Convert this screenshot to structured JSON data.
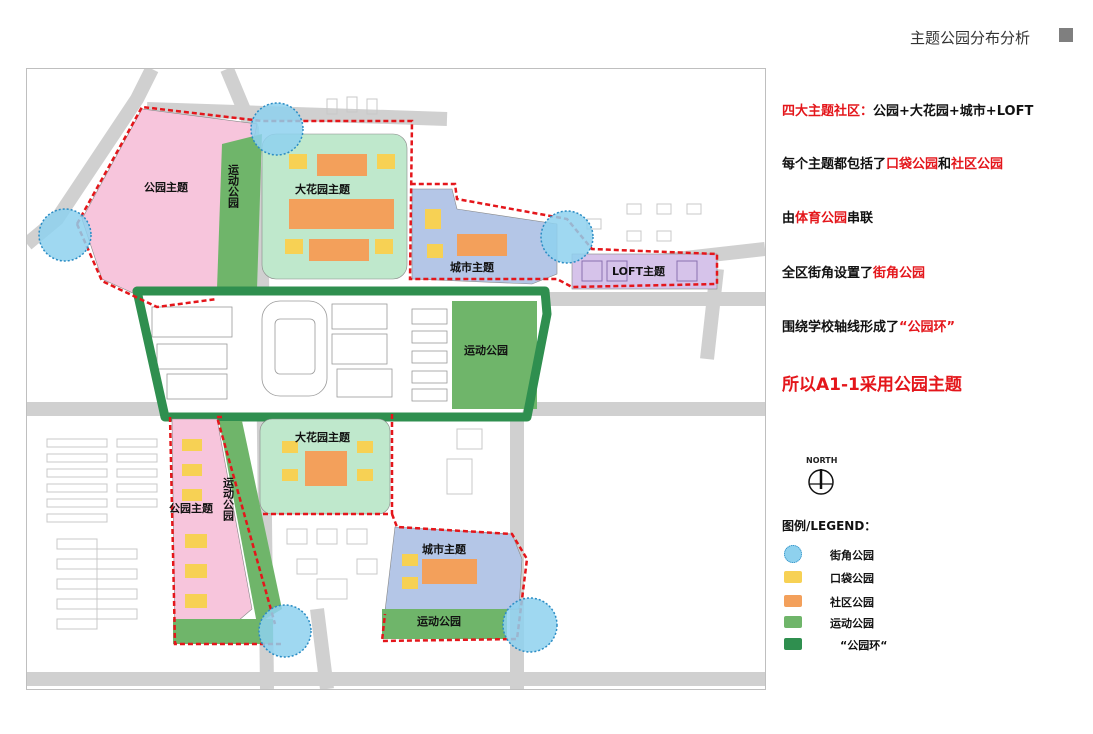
{
  "header": {
    "title": "主题公园分布分析"
  },
  "map": {
    "labels": {
      "park_theme_top": "公园主题",
      "sports_park_vertical_top": "运动公园",
      "garden_theme_top": "大花园主题",
      "city_theme_top": "城市主题",
      "loft_theme": "LOFT主题",
      "sports_park_center": "运动公园",
      "garden_theme_mid": "大花园主题",
      "park_theme_bottom": "公园主题",
      "sports_park_vertical_bottom": "运动公园",
      "city_theme_bottom": "城市主题",
      "sports_park_bottom": "运动公园"
    },
    "colors": {
      "park_theme": "#f7c5dc",
      "garden_theme": "#bfe8cc",
      "city_theme": "#b4c6e7",
      "loft_theme": "#d6c3ea",
      "sports_park": "#6fb56a",
      "park_ring": "#2f8f4f",
      "pocket_park": "#f7d154",
      "community_park": "#f3a05b",
      "corner_park": "#8ed1ee",
      "boundary": "#e4161b"
    }
  },
  "panel": {
    "line1_red": "四大主题社区：",
    "line1_black": "公园+大花园+城市+LOFT",
    "line2_a": "每个主题都包括了",
    "line2_b": "口袋公园",
    "line2_c": "和",
    "line2_d": "社区公园",
    "line3_a": "由",
    "line3_b": "体育公园",
    "line3_c": "串联",
    "line4_a": "全区街角设置了",
    "line4_b": "街角公园",
    "line5_a": "围绕学校轴线形成了",
    "line5_b": "“公园环”",
    "line6": "所以A1-1采用公园主题"
  },
  "north": {
    "label": "NORTH"
  },
  "legend": {
    "title": "图例/LEGEND：",
    "items": [
      {
        "label": "街角公园",
        "color": "#8ed1ee",
        "shape": "circle"
      },
      {
        "label": "口袋公园",
        "color": "#f7d154",
        "shape": "rect"
      },
      {
        "label": "社区公园",
        "color": "#f3a05b",
        "shape": "rect"
      },
      {
        "label": "运动公园",
        "color": "#6fb56a",
        "shape": "rect"
      },
      {
        "label": "“公园环“",
        "color": "#2f8f4f",
        "shape": "rect"
      }
    ]
  }
}
